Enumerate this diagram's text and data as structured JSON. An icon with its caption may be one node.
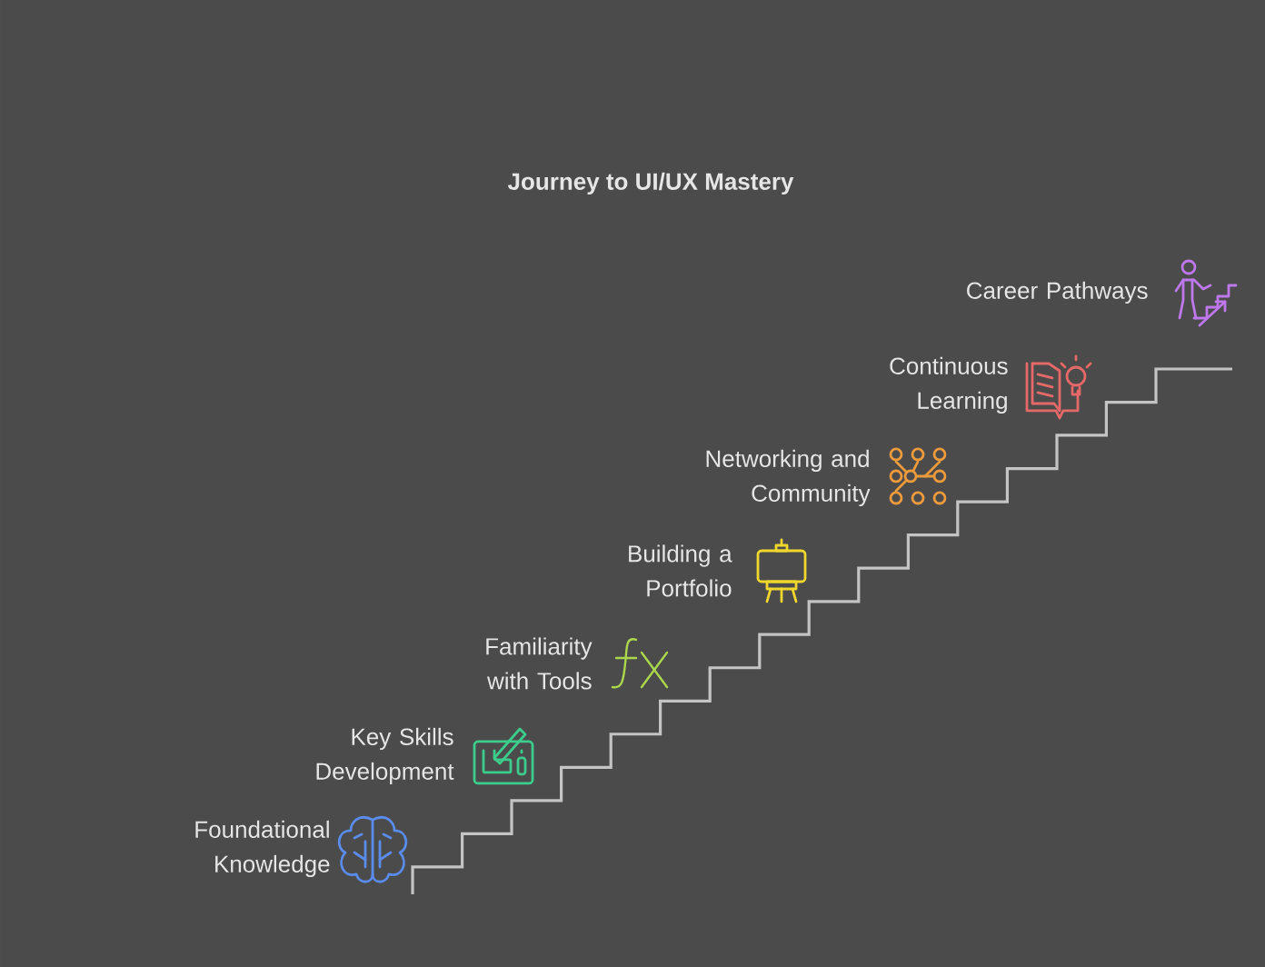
{
  "diagram": {
    "title": "Journey to UI/UX Mastery",
    "labels": [
      "Career Pathways",
      "Continuous Learning",
      "Networking and Community",
      "Building a Portfolio",
      "Familiarity with Tools",
      "Key Skills Development",
      "Foundational Knowledge"
    ]
  }
}
